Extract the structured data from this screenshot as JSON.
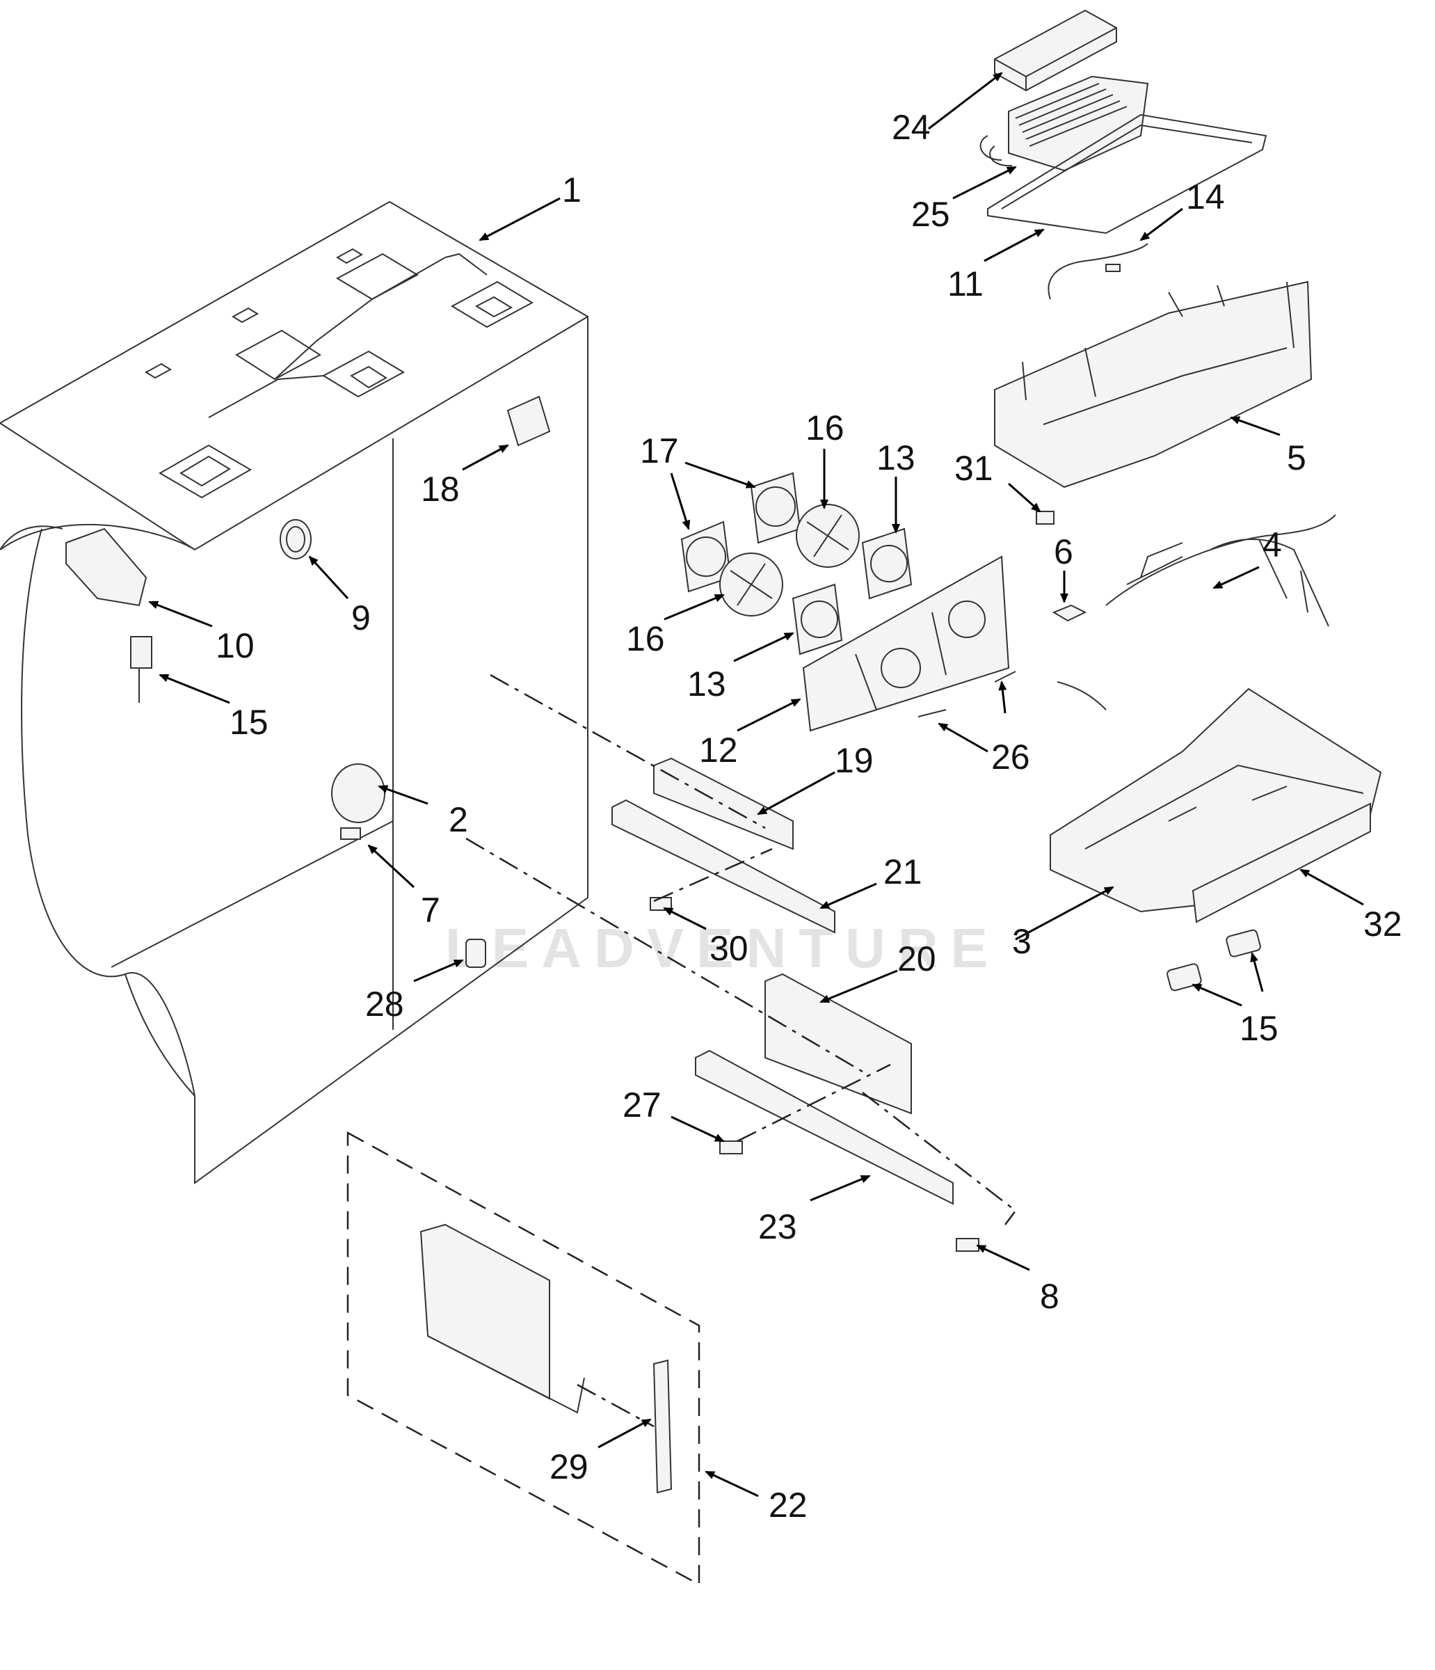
{
  "watermark": "LEADVENTURE",
  "callouts": {
    "c1": "1",
    "c2": "2",
    "c3": "3",
    "c4": "4",
    "c5": "5",
    "c6": "6",
    "c7": "7",
    "c8": "8",
    "c9": "9",
    "c10": "10",
    "c11": "11",
    "c12": "12",
    "c13a": "13",
    "c13b": "13",
    "c14": "14",
    "c15a": "15",
    "c15b": "15",
    "c16a": "16",
    "c16b": "16",
    "c17": "17",
    "c18": "18",
    "c19": "19",
    "c20": "20",
    "c21": "21",
    "c22": "22",
    "c23": "23",
    "c24": "24",
    "c25": "25",
    "c26": "26",
    "c27": "27",
    "c28": "28",
    "c29": "29",
    "c30": "30",
    "c31": "31",
    "c32": "32"
  }
}
